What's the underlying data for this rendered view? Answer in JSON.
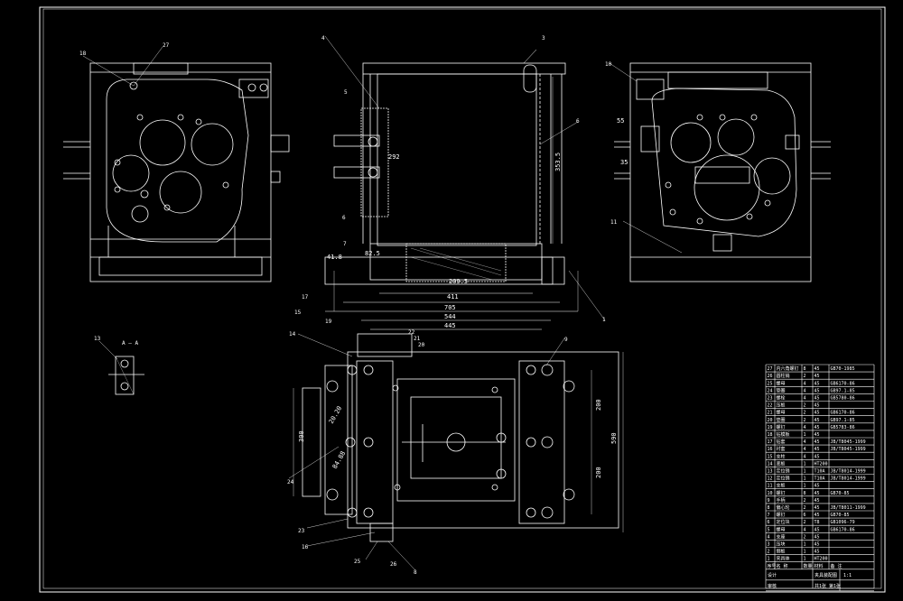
{
  "drawing": {
    "background": "#000000",
    "line_color": "#ffffff",
    "dimensions": {
      "d55": "55",
      "d35": "35",
      "d292": "292",
      "d3535": "353.5",
      "d825": "82.5",
      "d418": "41.8",
      "d2095": "209.5",
      "d411": "411",
      "d705": "705",
      "d544": "544",
      "d445": "445",
      "d200a": "200",
      "d200b": "200",
      "d590": "590",
      "d300": "300",
      "d8488": "84.88",
      "d2020": "20.20"
    },
    "section_label": "A — A",
    "leaders": {
      "l18": "18",
      "l27": "27",
      "l4": "4",
      "l3": "3",
      "l5": "5",
      "l6a": "6",
      "l6b": "6",
      "l7": "7",
      "l10": "10",
      "l11": "11",
      "l1": "1",
      "l17": "17",
      "l15": "15",
      "l14": "14",
      "l19": "19",
      "l22": "22",
      "l21": "21",
      "l20": "20",
      "l9": "9",
      "l24": "24",
      "l23": "23",
      "l16": "16",
      "l25": "25",
      "l26": "26",
      "l13": "13",
      "l8": "8"
    },
    "title_block": {
      "rows": [
        {
          "no": "27",
          "name": "内六角螺钉",
          "qty": "8",
          "mat": "45",
          "std": "GB70-1985"
        },
        {
          "no": "26",
          "name": "圆柱销",
          "qty": "2",
          "mat": "45",
          "std": ""
        },
        {
          "no": "25",
          "name": "螺母",
          "qty": "4",
          "mat": "45",
          "std": "GB6170-86"
        },
        {
          "no": "24",
          "name": "垫圈",
          "qty": "4",
          "mat": "45",
          "std": "GB97.1-85"
        },
        {
          "no": "23",
          "name": "螺栓",
          "qty": "4",
          "mat": "45",
          "std": "GB5780-86"
        },
        {
          "no": "22",
          "name": "压板",
          "qty": "2",
          "mat": "45",
          "std": ""
        },
        {
          "no": "21",
          "name": "螺母",
          "qty": "2",
          "mat": "45",
          "std": "GB6170-86"
        },
        {
          "no": "20",
          "name": "垫圈",
          "qty": "2",
          "mat": "45",
          "std": "GB97.1-85"
        },
        {
          "no": "19",
          "name": "螺钉",
          "qty": "4",
          "mat": "45",
          "std": "GB5783-86"
        },
        {
          "no": "18",
          "name": "钻模板",
          "qty": "1",
          "mat": "45",
          "std": ""
        },
        {
          "no": "17",
          "name": "钻套",
          "qty": "4",
          "mat": "45",
          "std": "JB/T8045-1999"
        },
        {
          "no": "16",
          "name": "衬套",
          "qty": "4",
          "mat": "45",
          "std": "JB/T8045-1999"
        },
        {
          "no": "15",
          "name": "支柱",
          "qty": "4",
          "mat": "45",
          "std": ""
        },
        {
          "no": "14",
          "name": "底板",
          "qty": "1",
          "mat": "HT200",
          "std": ""
        },
        {
          "no": "13",
          "name": "定位销",
          "qty": "1",
          "mat": "T10A",
          "std": "JB/T8014-1999"
        },
        {
          "no": "12",
          "name": "定位销",
          "qty": "1",
          "mat": "T10A",
          "std": "JB/T8014-1999"
        },
        {
          "no": "11",
          "name": "支板",
          "qty": "1",
          "mat": "45",
          "std": ""
        },
        {
          "no": "10",
          "name": "螺钉",
          "qty": "8",
          "mat": "45",
          "std": "GB70-85"
        },
        {
          "no": "9",
          "name": "手柄",
          "qty": "2",
          "mat": "45",
          "std": ""
        },
        {
          "no": "8",
          "name": "偏心轮",
          "qty": "2",
          "mat": "45",
          "std": "JB/T8011-1999"
        },
        {
          "no": "7",
          "name": "螺钉",
          "qty": "6",
          "mat": "45",
          "std": "GB70-85"
        },
        {
          "no": "6",
          "name": "定位块",
          "qty": "2",
          "mat": "T8",
          "std": "GB1096-79"
        },
        {
          "no": "5",
          "name": "螺母",
          "qty": "4",
          "mat": "45",
          "std": "GB6170-86"
        },
        {
          "no": "4",
          "name": "支座",
          "qty": "2",
          "mat": "45",
          "std": ""
        },
        {
          "no": "3",
          "name": "压块",
          "qty": "1",
          "mat": "45",
          "std": ""
        },
        {
          "no": "2",
          "name": "侧板",
          "qty": "1",
          "mat": "45",
          "std": ""
        },
        {
          "no": "1",
          "name": "夹具体",
          "qty": "1",
          "mat": "HT200",
          "std": ""
        }
      ],
      "header": {
        "no": "序号",
        "name": "名 称",
        "qty": "数量",
        "mat": "材料",
        "std": "备 注"
      },
      "block_title": "夹具装配图",
      "scale": "1:1",
      "sheet": "共1张 第1张",
      "designer": "设计",
      "checker": "审核"
    }
  }
}
